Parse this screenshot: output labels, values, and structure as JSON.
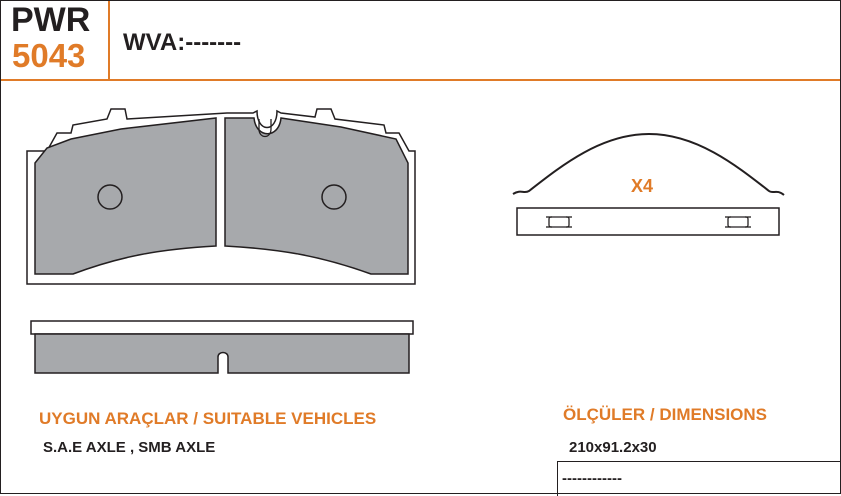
{
  "header": {
    "code_prefix": "PWR",
    "code_number": "5043",
    "wva": "WVA:-------"
  },
  "drawing": {
    "spring_quantity": "X4"
  },
  "vehicles": {
    "title": "UYGUN ARAÇLAR / SUITABLE VEHICLES",
    "value": "S.A.E AXLE , SMB AXLE"
  },
  "dimensions": {
    "title": "ÖLÇÜLER / DIMENSIONS",
    "value": "210x91.2x30",
    "note": "------------"
  },
  "colors": {
    "accent": "#e07b28",
    "pad_fill": "#a7a9ac",
    "line": "#231f20"
  }
}
